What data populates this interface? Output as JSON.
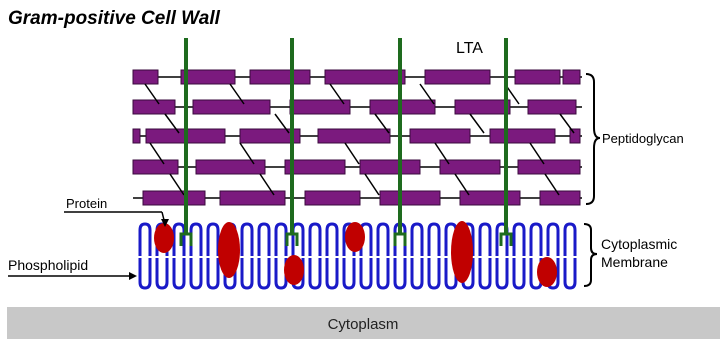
{
  "title": "Gram-positive Cell Wall",
  "labels": {
    "lta": "LTA",
    "peptidoglycan": "Peptidoglycan",
    "protein": "Protein",
    "phospholipid": "Phospholipid",
    "cytoplasmic_membrane_line1": "Cytoplasmic",
    "cytoplasmic_membrane_line2": "Membrane",
    "cytoplasm": "Cytoplasm"
  },
  "colors": {
    "peptidoglycan": "#7b1a7e",
    "lta": "#1e6b1e",
    "phospholipid": "#1a1ac8",
    "protein": "#c00000",
    "cytoplasm": "#c8c8c8"
  }
}
